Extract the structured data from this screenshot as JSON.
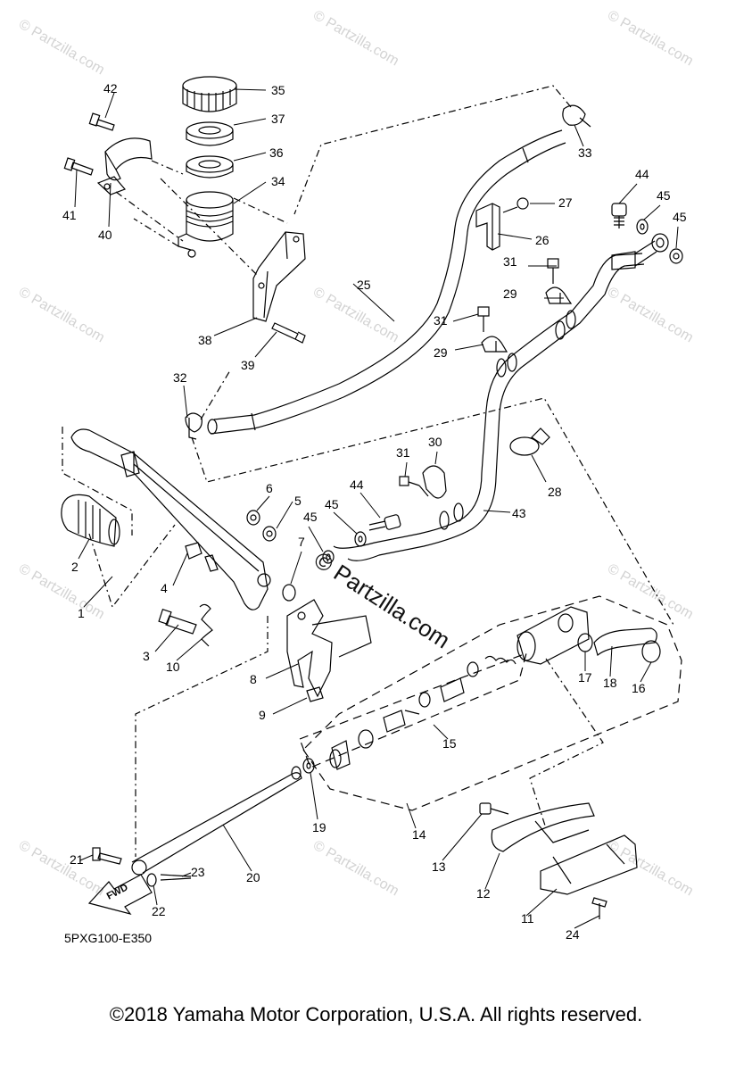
{
  "diagram": {
    "code": "5PXG100-E350",
    "fwd_label": "FWD",
    "watermark": "© Partzilla.com",
    "watermark_center": "© Partzilla.com",
    "callouts": [
      "1",
      "2",
      "3",
      "4",
      "5",
      "6",
      "7",
      "8",
      "9",
      "10",
      "11",
      "12",
      "13",
      "14",
      "15",
      "16",
      "17",
      "18",
      "19",
      "20",
      "21",
      "22",
      "23",
      "24",
      "25",
      "26",
      "27",
      "28",
      "29",
      "29",
      "30",
      "31",
      "31",
      "31",
      "32",
      "33",
      "34",
      "35",
      "36",
      "37",
      "38",
      "39",
      "40",
      "41",
      "42",
      "43",
      "44",
      "44",
      "45",
      "45",
      "45"
    ]
  },
  "footer": {
    "copyright": "©2018 Yamaha Motor Corporation, U.S.A. All rights reserved."
  }
}
